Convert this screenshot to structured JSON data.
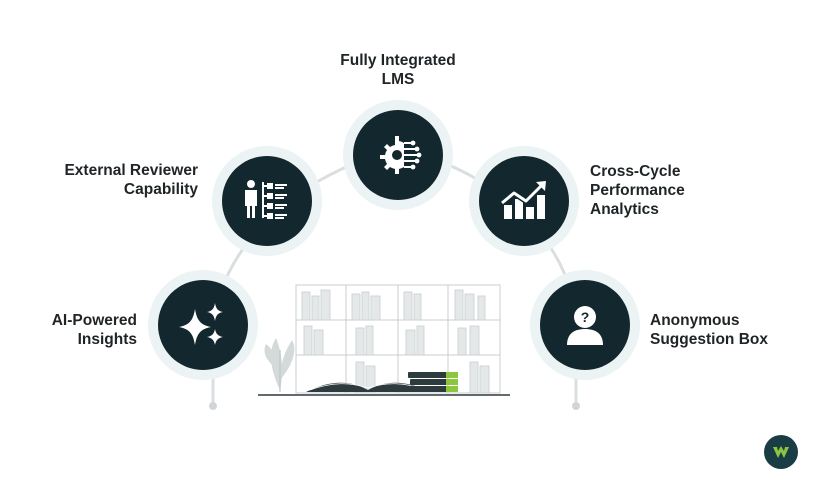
{
  "diagram": {
    "items": [
      {
        "id": "lms",
        "lines": [
          "Fully Integrated",
          "LMS"
        ],
        "icon": "gear-circuit-icon"
      },
      {
        "id": "external",
        "lines": [
          "External Reviewer",
          "Capability"
        ],
        "icon": "person-checklist-icon"
      },
      {
        "id": "analytics",
        "lines": [
          "Cross-Cycle",
          "Performance",
          "Analytics"
        ],
        "icon": "bar-chart-trend-icon"
      },
      {
        "id": "ai",
        "lines": [
          "AI-Powered",
          "Insights"
        ],
        "icon": "sparkle-icon"
      },
      {
        "id": "anonymous",
        "lines": [
          "Anonymous",
          "Suggestion Box"
        ],
        "icon": "anonymous-person-icon"
      }
    ],
    "colors": {
      "node_fill": "#12282e",
      "node_ring": "#ecf3f4",
      "connector": "#d9dfe1",
      "accent_green": "#8cc63f",
      "label_text": "#1f2426"
    },
    "illustration": "bookshelf-illustration",
    "brand_logo": "brand-logo-icon"
  }
}
